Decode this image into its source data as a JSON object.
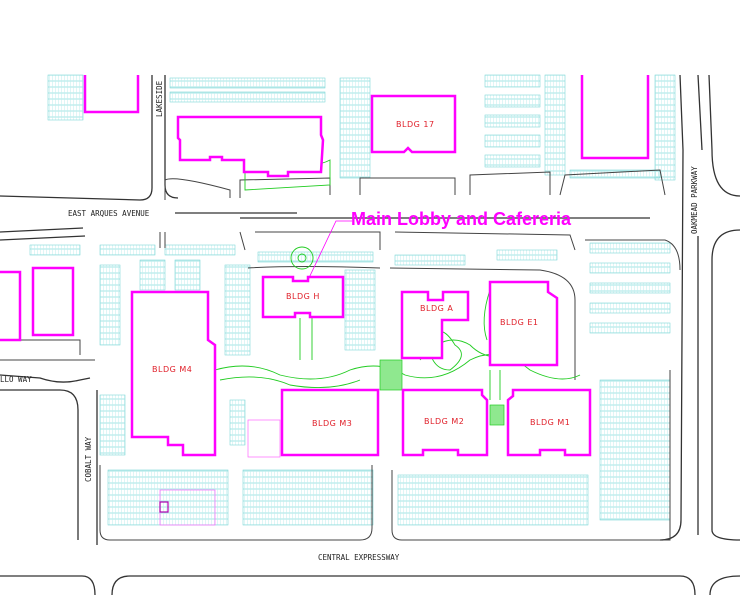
{
  "callout": {
    "text": "Main Lobby and Cafereria"
  },
  "roads": {
    "east_arques": "EAST ARQUES AVENUE",
    "lakeside": "LAKESIDE",
    "oakmead": "OAKMEAD PARKWAY",
    "central": "CENTRAL EXPRESSWAY",
    "cobalt": "COBALT WAY",
    "partial_way": "LLO WAY"
  },
  "buildings": {
    "b17": "BLDG   17",
    "h": "BLDG   H",
    "m4": "BLDG   M4",
    "a": "BLDG   A",
    "e1": "BLDG   E1",
    "m3": "BLDG   M3",
    "m2": "BLDG   M2",
    "m1": "BLDG   M1"
  },
  "colors": {
    "building": "#ff00ff",
    "label": "#e0202a",
    "parking": "#7fd8d8",
    "landscape": "#22cc22"
  }
}
